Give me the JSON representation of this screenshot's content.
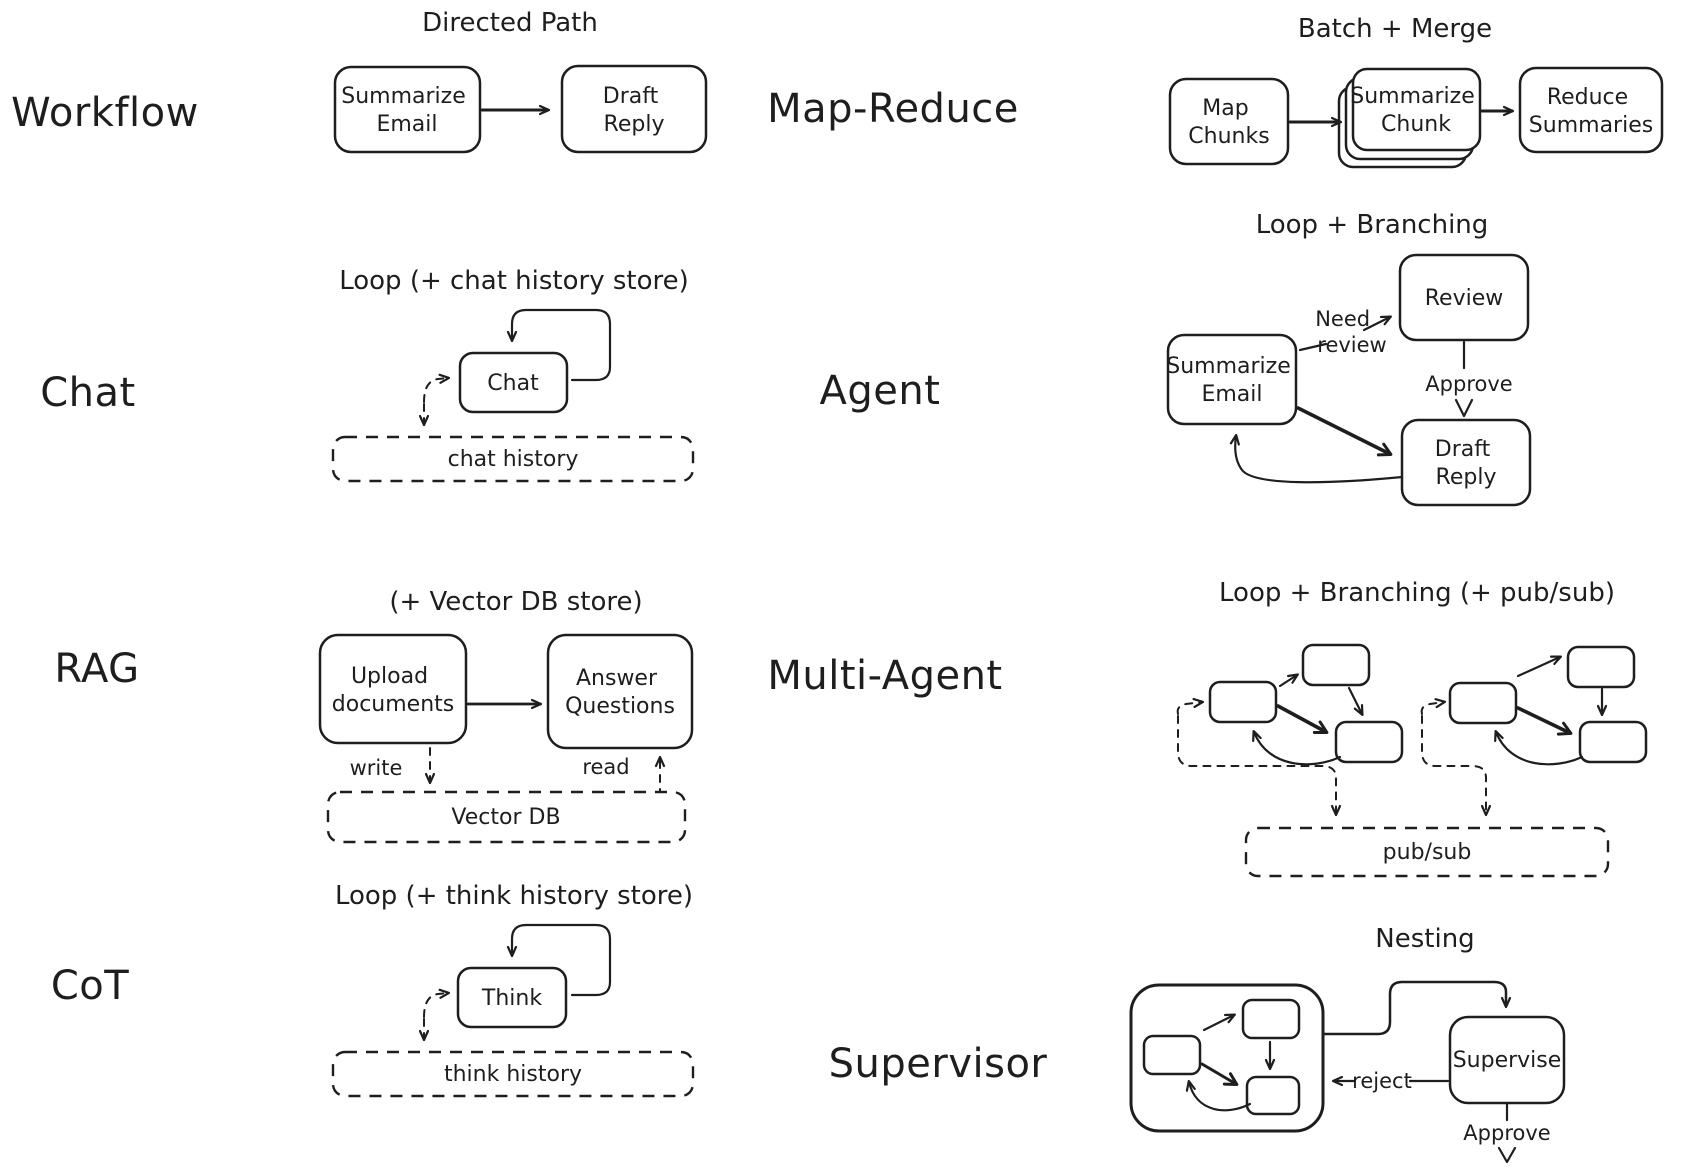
{
  "canvas": {
    "ink": "#1e1e1e",
    "background": "#ffffff"
  },
  "sections": [
    {
      "id": "workflow",
      "label": "Workflow",
      "title": "Directed Path",
      "nodes": {
        "summarize_email": [
          "Summarize",
          "Email"
        ],
        "draft_reply": [
          "Draft",
          "Reply"
        ]
      }
    },
    {
      "id": "map_reduce",
      "label": "Map-Reduce",
      "title": "Batch + Merge",
      "nodes": {
        "map_chunks": [
          "Map",
          "Chunks"
        ],
        "summarize_chunk": [
          "Summarize",
          "Chunk"
        ],
        "reduce_summaries": [
          "Reduce",
          "Summaries"
        ]
      }
    },
    {
      "id": "chat",
      "label": "Chat",
      "title": "Loop (+ chat history store)",
      "nodes": {
        "chat": [
          "Chat"
        ]
      },
      "store": "chat history"
    },
    {
      "id": "agent",
      "label": "Agent",
      "title": "Loop + Branching",
      "nodes": {
        "review": [
          "Review"
        ],
        "summarize_email": [
          "Summarize",
          "Email"
        ],
        "draft_reply": [
          "Draft",
          "Reply"
        ]
      },
      "edge_labels": {
        "need_line1": "Need",
        "need_line2": "review",
        "approve": "Approve"
      }
    },
    {
      "id": "rag",
      "label": "RAG",
      "title": "(+ Vector DB store)",
      "nodes": {
        "upload_documents": [
          "Upload",
          "documents"
        ],
        "answer_questions": [
          "Answer",
          "Questions"
        ]
      },
      "edge_labels": {
        "write": "write",
        "read": "read"
      },
      "store": "Vector DB"
    },
    {
      "id": "multi_agent",
      "label": "Multi-Agent",
      "title": "Loop + Branching (+ pub/sub)",
      "store": "pub/sub"
    },
    {
      "id": "cot",
      "label": "CoT",
      "title": "Loop (+ think history store)",
      "nodes": {
        "think": [
          "Think"
        ]
      },
      "store": "think history"
    },
    {
      "id": "supervisor",
      "label": "Supervisor",
      "title": "Nesting",
      "nodes": {
        "supervise": [
          "Supervise"
        ]
      },
      "edge_labels": {
        "reject": "reject",
        "approve": "Approve"
      }
    }
  ]
}
